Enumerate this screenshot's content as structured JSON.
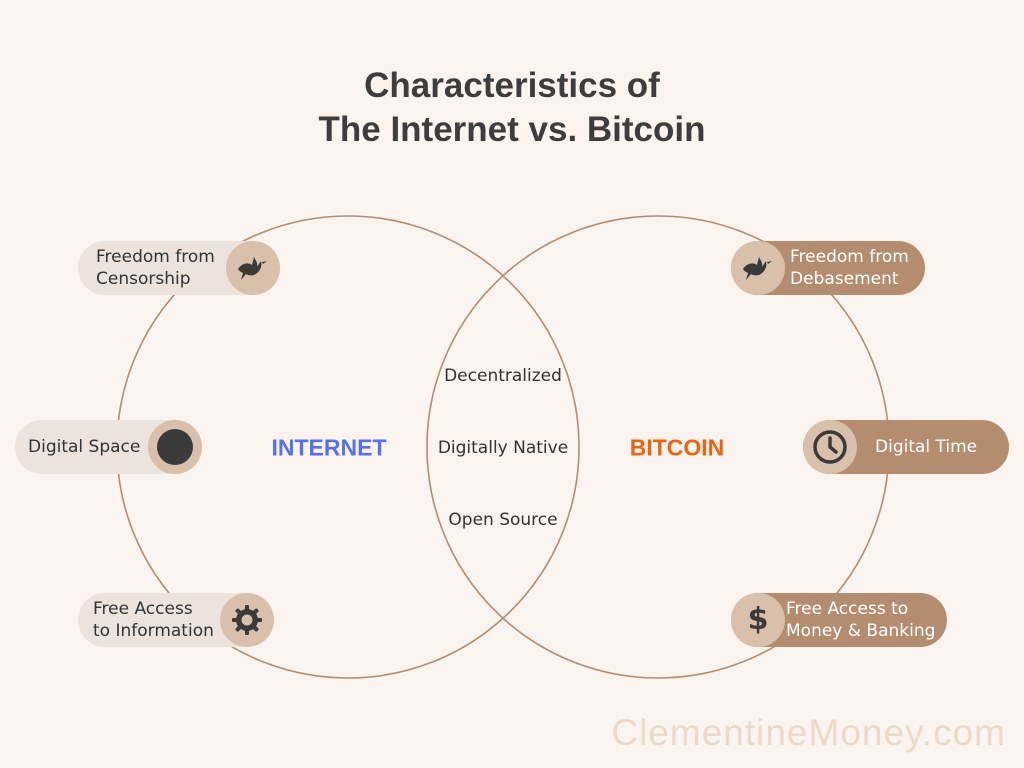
{
  "title": {
    "line1": "Characteristics of",
    "line2": "The Internet vs. Bitcoin"
  },
  "sets": {
    "left": {
      "label": "INTERNET",
      "color": "#5570f0"
    },
    "right": {
      "label": "BITCOIN",
      "color": "#f0620f"
    }
  },
  "overlap": [
    "Decentralized",
    "Digitally Native",
    "Open Source"
  ],
  "internet_items": [
    {
      "line1": "Freedom from",
      "line2": "Censorship",
      "icon": "dove-icon"
    },
    {
      "line1": "Digital Space",
      "line2": "",
      "icon": "circle-icon"
    },
    {
      "line1": "Free Access",
      "line2": "to Information",
      "icon": "gear-icon"
    }
  ],
  "bitcoin_items": [
    {
      "line1": "Freedom from",
      "line2": "Debasement",
      "icon": "dove-icon"
    },
    {
      "line1": "Digital Time",
      "line2": "",
      "icon": "clock-icon"
    },
    {
      "line1": "Free Access to",
      "line2": "Money & Banking",
      "icon": "dollar-icon"
    }
  ],
  "footer": "ClementineMoney.com",
  "colors": {
    "background": "#fbf3ee",
    "circle_stroke": "#b48d70",
    "pill_light": "#ebe3dc",
    "pill_dark": "#b48d70",
    "icon_circle": "#d8c0ab",
    "icon_dark": "#3a3a3a"
  }
}
